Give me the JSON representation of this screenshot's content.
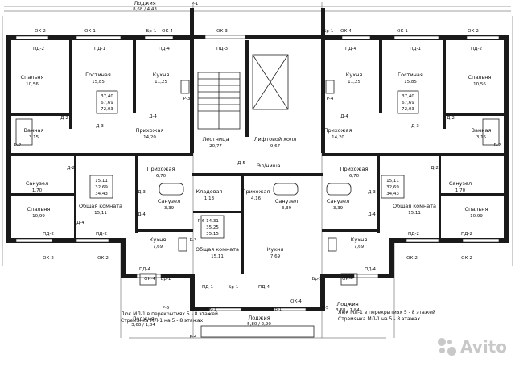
{
  "labels": {
    "p1": "Р-1",
    "p2": "Р-2",
    "p3a": "Р-3",
    "p3b": "Р-3",
    "p4": "Р-4",
    "p5a": "Р-5",
    "p5b": "Р-5",
    "p6": "Р-6",
    "loggia_top": "Лоджия",
    "loggia_top_area": "8,68 / 4,43",
    "loggia_bl": "Лоджия",
    "loggia_bl_area": "3,68 / 1,84",
    "loggia_br": "Лоджия",
    "loggia_br_area": "3,68 / 1,84",
    "loggia_bottom": "Лоджия",
    "loggia_bottom_area": "5,80 / 2,90",
    "ok1": "ОК-1",
    "ok2": "ОК-2",
    "ok3": "ОК-3",
    "ok4": "ОК-4",
    "br1": "Бр-1",
    "pd1": "ПД-1",
    "pd2": "ПД-2",
    "pd3": "ПД-3",
    "pd4": "ПД-4",
    "d2": "Д-2",
    "d3": "Д-3",
    "d4": "Д-4",
    "d5": "Д-5",
    "bedroom": "Спальня",
    "bedroom_area_top": "10,56",
    "bedroom_area_mid": "10,99",
    "living": "Гостиная",
    "living_area": "15,85",
    "kitchen": "Кухня",
    "kitchen_area_top": "11,25",
    "kitchen_area_bot": "7,69",
    "hall": "Прихожая",
    "hall_area_top": "14,20",
    "hall_area_mid": "6,70",
    "hall_area_c": "4,16",
    "bath": "Ванная",
    "bath_area": "3,15",
    "wc": "Санузел",
    "wc_area": "1,70",
    "wc_area_c": "3,39",
    "common": "Общая комната",
    "common_area": "15,11",
    "common_area_c": "15,11",
    "stairs": "Лестница",
    "stairs_area": "20,77",
    "lift_hall": "Лифтовой холл",
    "lift_hall_area": "9,67",
    "pantry": "Кладовая",
    "pantry_area": "1,13",
    "shaft": "Эл/ниша",
    "apt3_a": "37,40",
    "apt3_b": "67,69",
    "apt3_c": "72,03",
    "apt1_a": "15,11",
    "apt1_b": "32,69",
    "apt1_c": "34,43",
    "aptc_a": "14,31",
    "aptc_b": "35,25",
    "aptc_c": "35,15",
    "note_1": "Люк МЛ-1 в перекрытиях 5 - 8 этажей",
    "note_2": "Стремянка МЛ-1 на 5 - 8 этажах",
    "watermark": "Avito"
  }
}
